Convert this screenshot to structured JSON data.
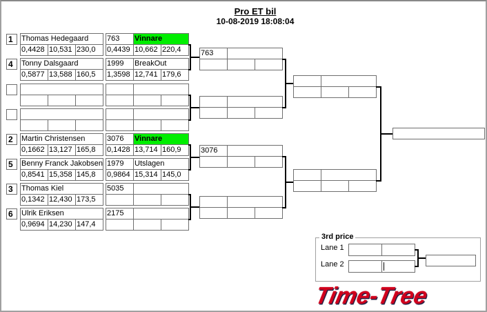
{
  "header": {
    "title": "Pro ET bil",
    "datetime": "10-08-2019 18:08:04"
  },
  "colors": {
    "winner": "#00ee00",
    "logo": "#d0021b"
  },
  "round1": [
    {
      "entries": [
        {
          "seed": "1",
          "name": "Thomas Hedegaard",
          "rt": "0,4428",
          "et": "10,531",
          "speed": "230,0",
          "result": {
            "number": "763",
            "status": "Vinnare",
            "winner": true,
            "rt": "0,4439",
            "et": "10,662",
            "speed": "220,4"
          }
        },
        {
          "seed": "4",
          "name": "Tonny Dalsgaard",
          "rt": "0,5877",
          "et": "13,588",
          "speed": "160,5",
          "result": {
            "number": "1999",
            "status": "BreakOut",
            "winner": false,
            "rt": "1,3598",
            "et": "12,741",
            "speed": "179,6"
          }
        }
      ]
    },
    {
      "entries": [
        {
          "seed": "",
          "name": "",
          "rt": "",
          "et": "",
          "speed": "",
          "result": {
            "number": "",
            "status": "",
            "winner": false,
            "rt": "",
            "et": "",
            "speed": ""
          }
        },
        {
          "seed": "",
          "name": "",
          "rt": "",
          "et": "",
          "speed": "",
          "result": {
            "number": "",
            "status": "",
            "winner": false,
            "rt": "",
            "et": "",
            "speed": ""
          }
        }
      ]
    },
    {
      "entries": [
        {
          "seed": "2",
          "name": "Martin Christensen",
          "rt": "0,1662",
          "et": "13,127",
          "speed": "165,8",
          "result": {
            "number": "3076",
            "status": "Vinnare",
            "winner": true,
            "rt": "0,1428",
            "et": "13,714",
            "speed": "160,9"
          }
        },
        {
          "seed": "5",
          "name": "Benny Franck Jakobsen",
          "rt": "0,8541",
          "et": "15,358",
          "speed": "145,8",
          "result": {
            "number": "1979",
            "status": "Utslagen",
            "winner": false,
            "rt": "0,9864",
            "et": "15,314",
            "speed": "145,0"
          }
        }
      ]
    },
    {
      "entries": [
        {
          "seed": "3",
          "name": "Thomas Kiel",
          "rt": "0,1342",
          "et": "12,430",
          "speed": "173,5",
          "result": {
            "number": "5035",
            "status": "",
            "winner": false,
            "rt": "",
            "et": "",
            "speed": ""
          }
        },
        {
          "seed": "6",
          "name": "Ulrik Eriksen",
          "rt": "0,9694",
          "et": "14,230",
          "speed": "147,4",
          "result": {
            "number": "2175",
            "status": "",
            "winner": false,
            "rt": "",
            "et": "",
            "speed": ""
          }
        }
      ]
    }
  ],
  "round2": [
    {
      "number": "763",
      "status": "",
      "rt": "",
      "et": "",
      "speed": ""
    },
    {
      "number": "",
      "status": "",
      "rt": "",
      "et": "",
      "speed": ""
    },
    {
      "number": "3076",
      "status": "",
      "rt": "",
      "et": "",
      "speed": ""
    },
    {
      "number": "",
      "status": "",
      "rt": "",
      "et": "",
      "speed": ""
    }
  ],
  "round3": [
    {
      "number": "",
      "status": "",
      "rt": "",
      "et": "",
      "speed": ""
    },
    {
      "number": "",
      "status": "",
      "rt": "",
      "et": "",
      "speed": ""
    }
  ],
  "final": {
    "winner": ""
  },
  "third_place": {
    "title": "3rd price",
    "lanes": [
      {
        "label": "Lane 1",
        "a": "",
        "b": ""
      },
      {
        "label": "Lane 2",
        "a": "",
        "b": ""
      }
    ],
    "winner": ""
  },
  "logo": {
    "text": "Time-Tree"
  }
}
